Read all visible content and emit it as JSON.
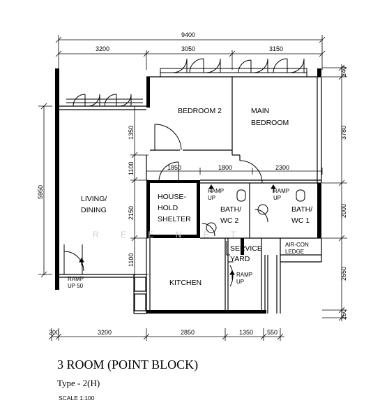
{
  "dimensions": {
    "overall_width": "9400",
    "top": [
      "3200",
      "3050",
      "3150"
    ],
    "bottom": [
      "200",
      "3200",
      "2850",
      "1350",
      "550"
    ],
    "interior": [
      "1850",
      "1800",
      "2300"
    ],
    "left_total": "5950",
    "left_segments": [
      "1350",
      "1100",
      "2150",
      "1100"
    ],
    "right": [
      "240",
      "3780",
      "2000",
      "2650",
      "250"
    ]
  },
  "rooms": {
    "bedroom2": "BEDROOM 2",
    "main_bedroom_1": "MAIN",
    "main_bedroom_2": "BEDROOM",
    "living_1": "LIVING/",
    "living_2": "DINING",
    "shelter_1": "HOUSE-",
    "shelter_2": "HOLD",
    "shelter_3": "SHELTER",
    "bath2_1": "BATH/",
    "bath2_2": "WC  2",
    "bath1_1": "BATH/",
    "bath1_2": "WC  1",
    "service_1": "SERVICE",
    "service_2": "YARD",
    "aircon_1": "AIR-CON",
    "aircon_2": "LEDGE",
    "kitchen": "KITCHEN"
  },
  "ramps": {
    "ramp_label": "RAMP",
    "up": "UP",
    "up_50": "UP  50"
  },
  "watermark": "R E E N E T",
  "title": "3 ROOM (POINT BLOCK)",
  "subtitle": "Type - 2(H)",
  "scale": "SCALE  1:100"
}
